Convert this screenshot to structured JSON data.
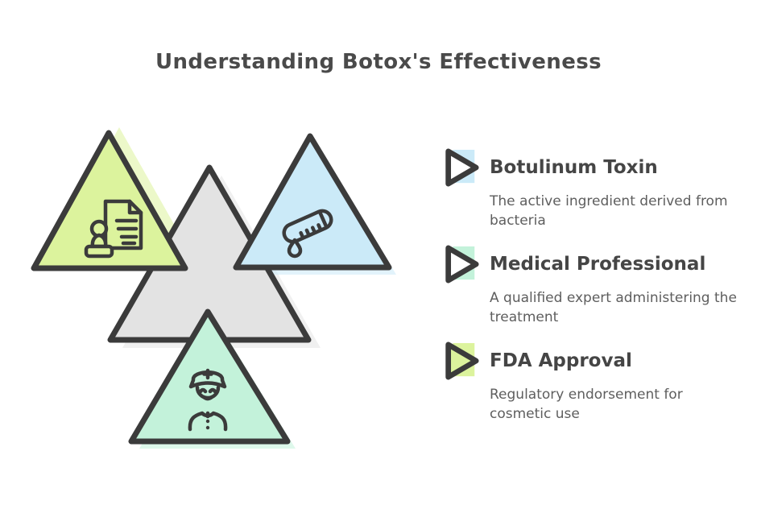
{
  "title": "Understanding Botox's Effectiveness",
  "colors": {
    "stroke": "#3b3b3b",
    "green": "#dcf39d",
    "blue": "#cbeaf8",
    "mint": "#c3f2da",
    "gray": "#e3e3e3",
    "heading_text": "#454545",
    "body_text": "#5e5e5e"
  },
  "diagram": {
    "triangles": [
      {
        "name": "fda-approval-triangle",
        "position": "top-left",
        "fill": "#dcf39d",
        "icon": "stamp-document-icon"
      },
      {
        "name": "core-triangle",
        "position": "center",
        "fill": "#e3e3e3",
        "icon": ""
      },
      {
        "name": "botulinum-toxin-triangle",
        "position": "top-right",
        "fill": "#cbeaf8",
        "icon": "test-tube-drop-icon"
      },
      {
        "name": "medical-professional-triangle",
        "position": "bottom",
        "fill": "#c3f2da",
        "icon": "doctor-icon"
      }
    ]
  },
  "legend": {
    "items": [
      {
        "title": "Botulinum Toxin",
        "description": "The active ingredient derived from bacteria",
        "accent": "#cbeaf8",
        "icon": "play-triangle-icon"
      },
      {
        "title": "Medical Professional",
        "description": "A qualified expert administering the treatment",
        "accent": "#c3f2da",
        "icon": "play-triangle-icon"
      },
      {
        "title": "FDA Approval",
        "description": "Regulatory endorsement for cosmetic use",
        "accent": "#dcf39d",
        "icon": "play-triangle-icon"
      }
    ]
  }
}
